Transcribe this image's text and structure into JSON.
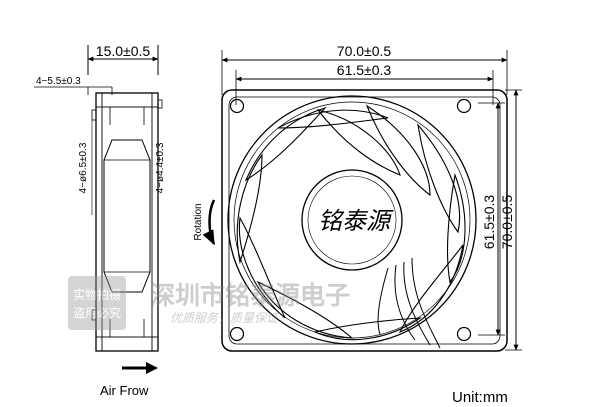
{
  "side_view": {
    "width_dim": "15.0±0.5",
    "hole_depth_dim": "4−5.5±0.3",
    "outer_hole_dim": "4−ø6.5±0.3",
    "inner_hole_dim": "4−ø4.4±0.3"
  },
  "front_view": {
    "outer_width_dim": "70.0±0.5",
    "hole_spacing_dim": "61.5±0.3",
    "hole_spacing_v_dim": "61.5±0.3",
    "outer_height_dim": "70.0±0.5",
    "rotation_label": "Rotation",
    "logo_text": "铭泰源"
  },
  "air_flow_label": "Air Frow",
  "unit_label": "Unit:mm",
  "watermark": {
    "badge_line1": "实物拍摄",
    "badge_line2": "盗用必究",
    "company": "深圳市铭泰源电子",
    "slogan": "优质服务，质量保证！"
  }
}
